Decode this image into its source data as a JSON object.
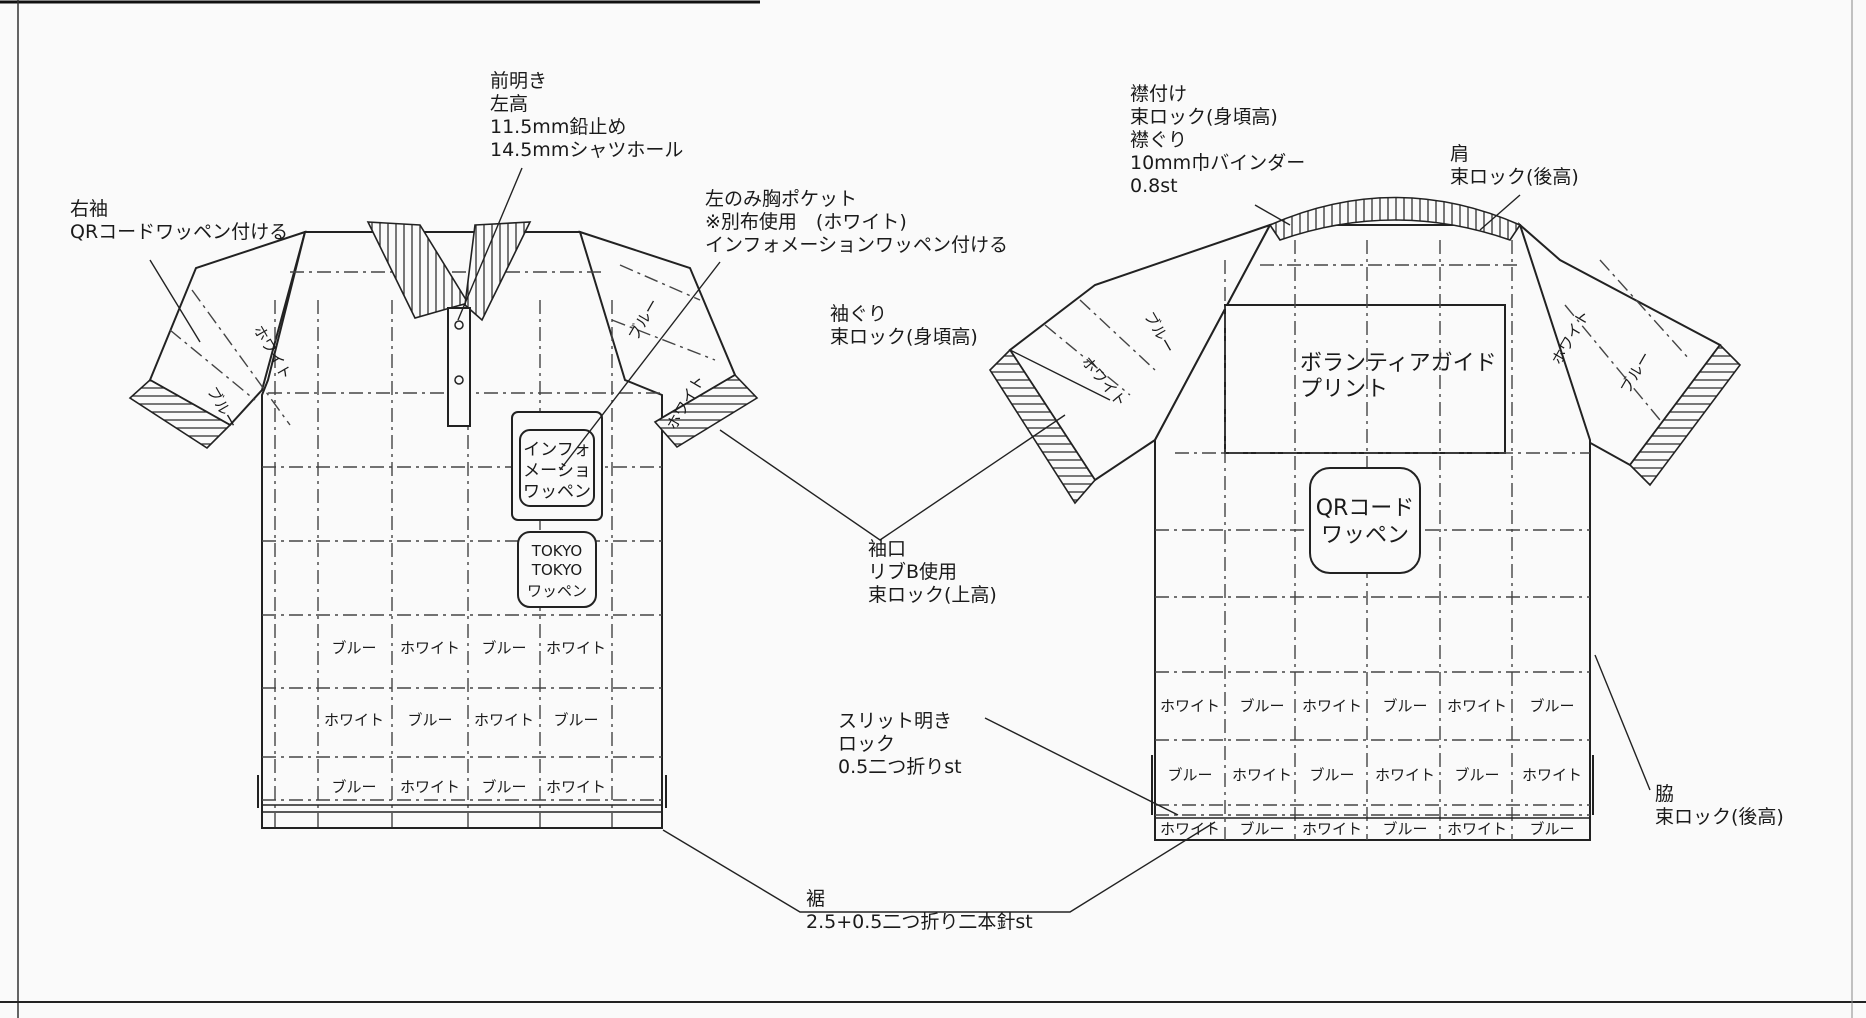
{
  "labels": {
    "front_opening": [
      "前明き",
      "左高",
      "11.5mm鉛止め",
      "14.5mmシャツホール"
    ],
    "right_sleeve": [
      "右袖",
      "QRコードワッペン付ける"
    ],
    "left_pocket": [
      "左のみ胸ポケット",
      "※別布使用　(ホワイト)",
      "インフォメーションワッペン付ける"
    ],
    "armhole": [
      "袖ぐり",
      "束ロック(身頃高)"
    ],
    "cuff": [
      "袖口",
      "リブB使用",
      "束ロック(上高)"
    ],
    "collar": [
      "襟付け",
      "束ロック(身頃高)",
      "襟ぐり",
      "10mm巾バインダー",
      "0.8st"
    ],
    "shoulder": [
      "肩",
      "束ロック(後高)"
    ],
    "slit": [
      "スリット明き",
      "ロック",
      "0.5二つ折りst"
    ],
    "side": [
      "脇",
      "束ロック(後高)"
    ],
    "hem": [
      "裾",
      "2.5+0.5二つ折り二本針st"
    ]
  },
  "patches": {
    "info": [
      "インフォ",
      "メーショ",
      "ワッペン"
    ],
    "tokyo": [
      "TOKYO",
      "TOKYO",
      "ワッペン"
    ],
    "qr": [
      "QRコード",
      "ワッペン"
    ]
  },
  "back_print": [
    "ボランティアガイド",
    "プリント"
  ],
  "colors": {
    "blue": "ブルー",
    "white": "ホワイト"
  },
  "front_rows": [
    [
      "ブルー",
      "ホワイト",
      "ブルー",
      "ホワイト"
    ],
    [
      "ホワイト",
      "ブルー",
      "ホワイト",
      "ブルー"
    ],
    [
      "ブルー",
      "ホワイト",
      "ブルー",
      "ホワイト"
    ]
  ],
  "back_rows": [
    [
      "ホワイト",
      "ブルー",
      "ホワイト",
      "ブルー",
      "ホワイト",
      "ブルー"
    ],
    [
      "ブルー",
      "ホワイト",
      "ブルー",
      "ホワイト",
      "ブルー",
      "ホワイト"
    ],
    [
      "ホワイト",
      "ブルー",
      "ホワイト",
      "ブルー",
      "ホワイト",
      "ブルー"
    ]
  ],
  "sleeve_labels": {
    "front_right": [
      "ホワイト",
      "ブルー"
    ],
    "front_left": [
      "ブルー",
      "ホワイト"
    ],
    "back_left": [
      "ブルー",
      "ホワイト"
    ],
    "back_right": [
      "ホワイト",
      "ブルー"
    ]
  }
}
